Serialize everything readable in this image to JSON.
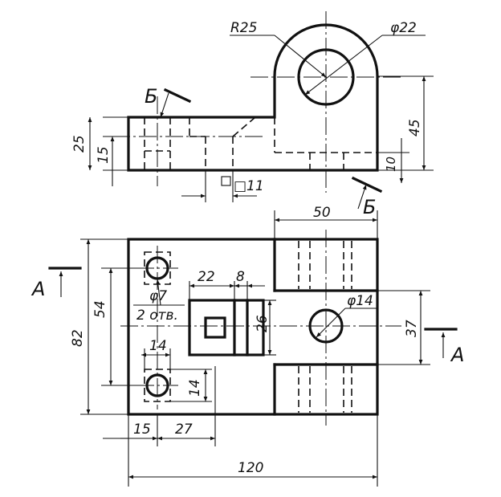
{
  "top_view": {
    "radius_label": "R25",
    "hole_label": "φ22",
    "height_total": "25",
    "height_step": "15",
    "height_lug": "45",
    "base_thickness": "10",
    "square_label": "□11",
    "section_letter_left": "Б",
    "section_letter_right": "Б"
  },
  "front_view": {
    "width_right": "50",
    "width_total": "120",
    "height_total": "82",
    "hole_spacing": "54",
    "small_hole": "φ7",
    "hole_count": "2 отв.",
    "slot_width": "22",
    "slot_offset": "8",
    "slot_height": "26",
    "big_hole": "φ14",
    "boss_height": "37",
    "hole_dx": "14",
    "hole_dy": "14",
    "offset_x1": "15",
    "offset_x2": "27",
    "section_letter_left": "А",
    "section_letter_right": "А"
  }
}
